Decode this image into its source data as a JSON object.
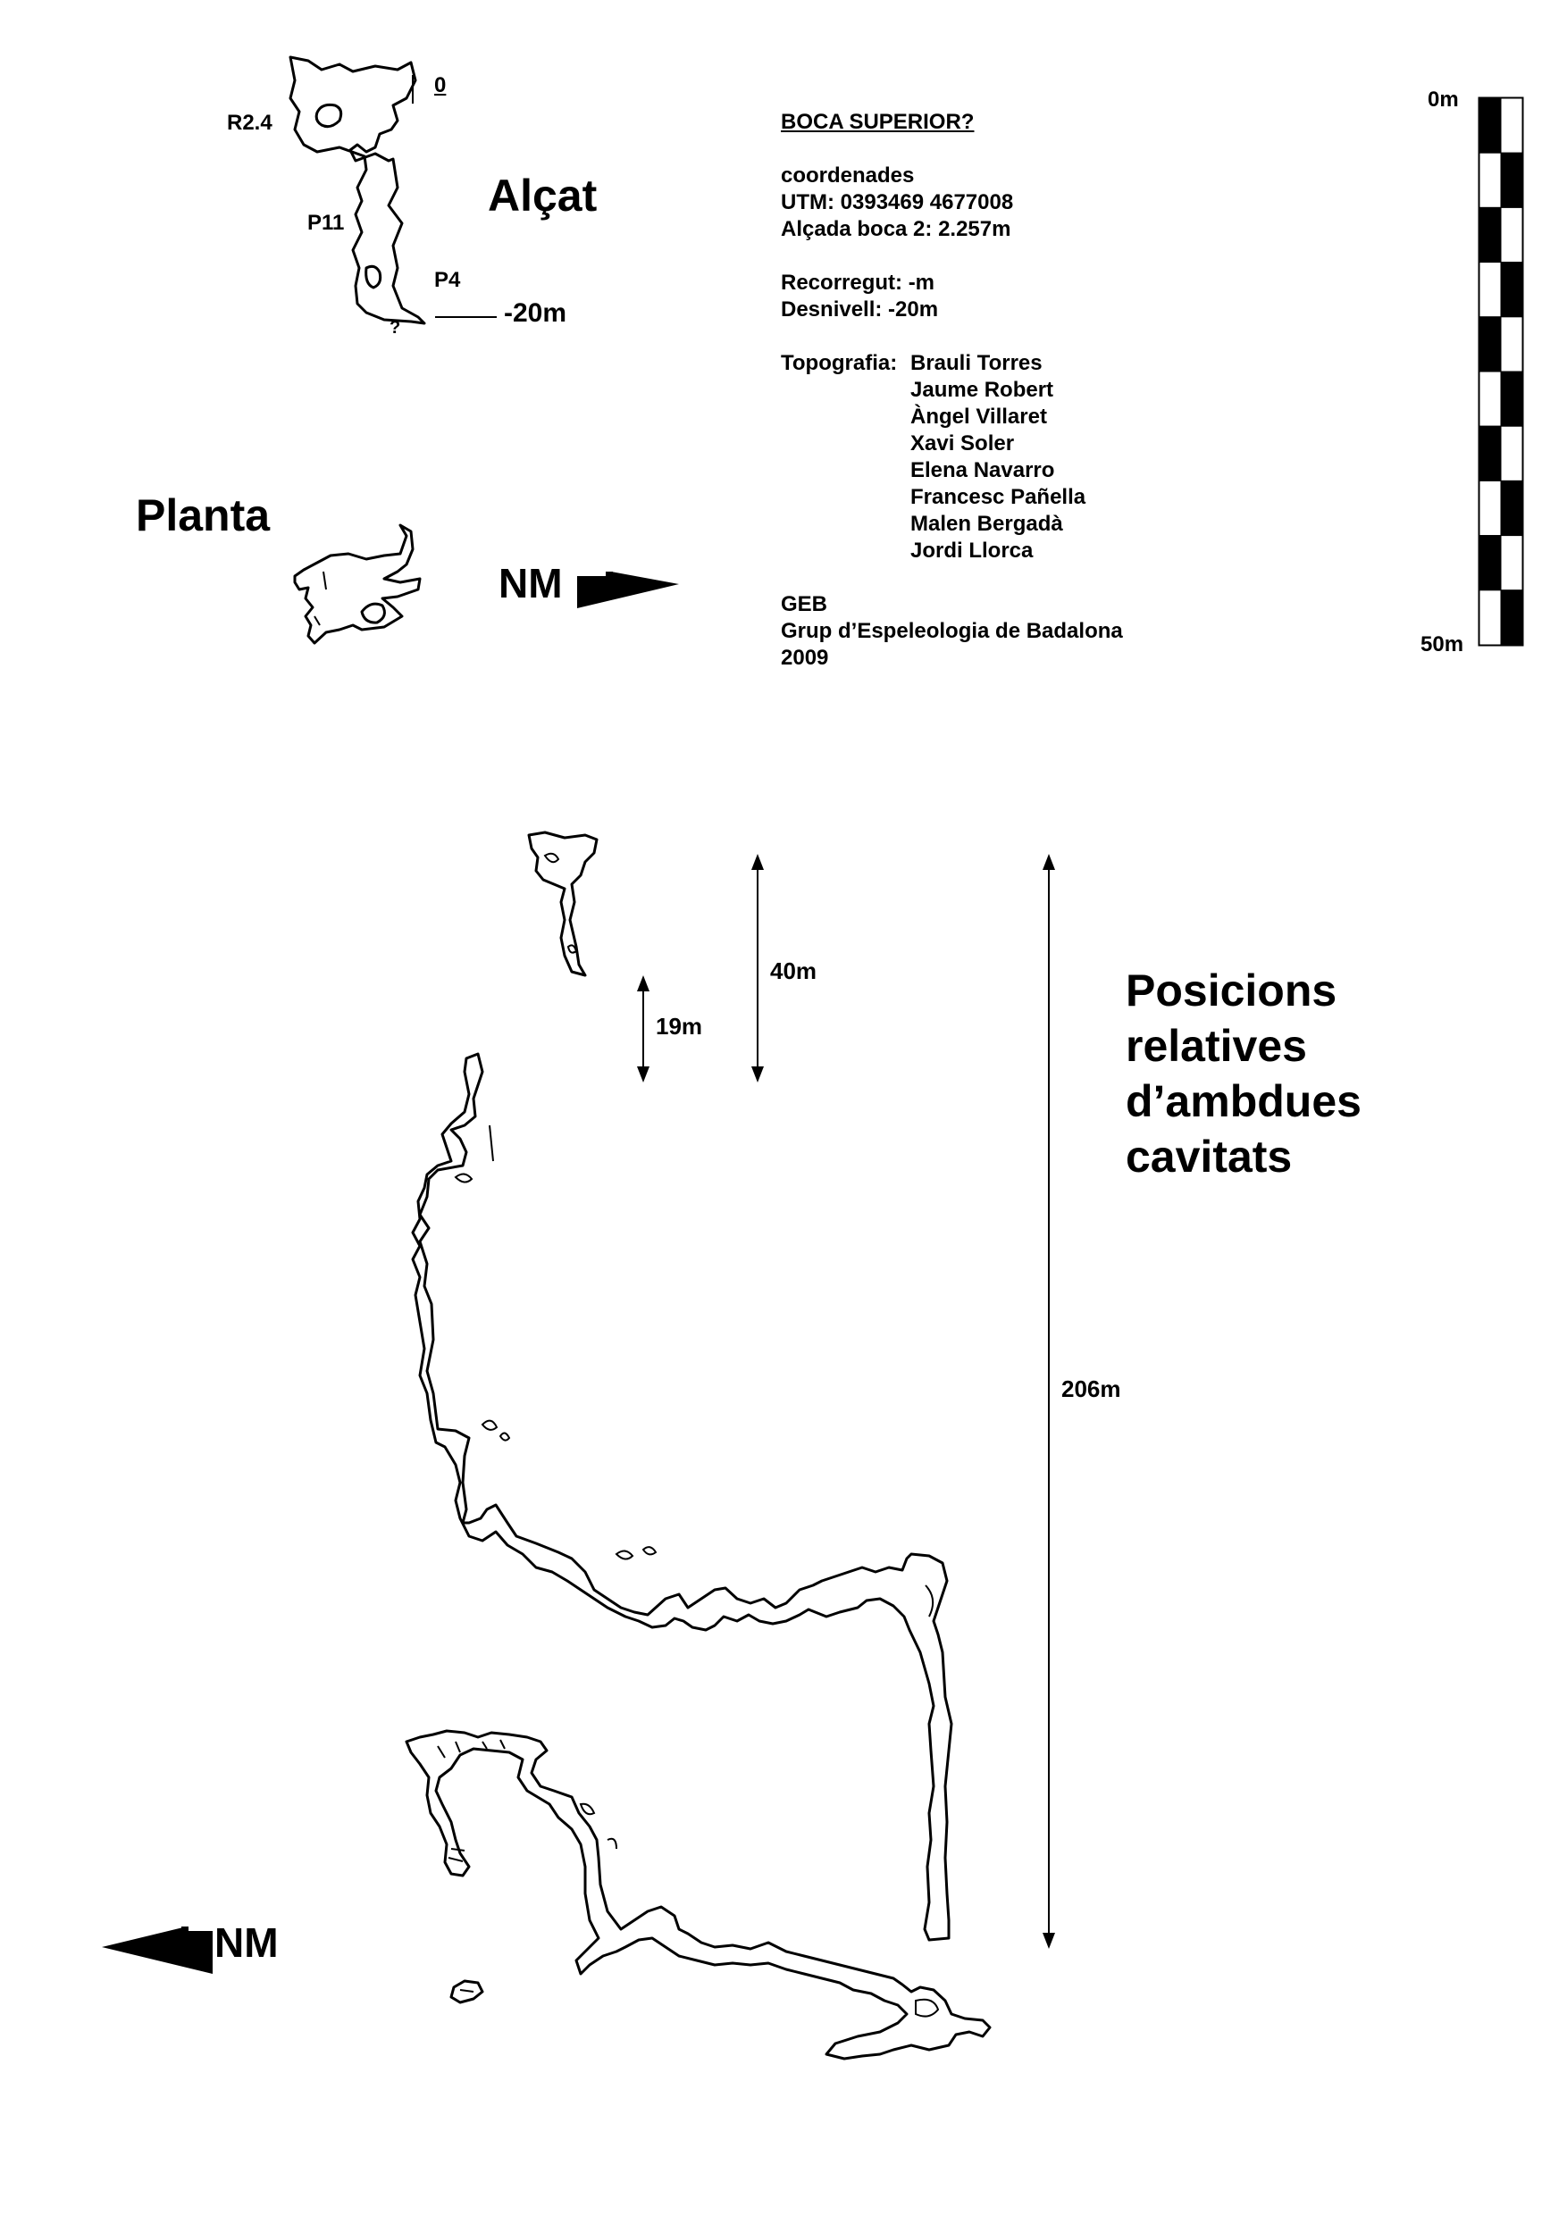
{
  "elevation": {
    "title": "Alçat",
    "labels": {
      "zero": "0",
      "r24": "R2.4",
      "p11": "P11",
      "p4": "P4",
      "q": "?",
      "depth": "-20m"
    }
  },
  "plan": {
    "title": "Planta",
    "north_label": "NM"
  },
  "info": {
    "heading": "BOCA SUPERIOR?",
    "coords_label": "coordenades",
    "utm": "UTM: 0393469  4677008",
    "altitude": "Alçada boca 2: 2.257m",
    "recorregut": "Recorregut: -m",
    "desnivell": "Desnivell: -20m",
    "topo_label": "Topografia:",
    "surveyors": [
      "Brauli Torres",
      "Jaume Robert",
      "Àngel Villaret",
      "Xavi Soler",
      "Elena Navarro",
      "Francesc Pañella",
      "Malen Bergadà",
      "Jordi Llorca"
    ],
    "group_short": "GEB",
    "group_long": "Grup d’Espeleologia de Badalona",
    "year": "2009"
  },
  "scale": {
    "top_label": "0m",
    "bottom_label": "50m",
    "segments": 5
  },
  "positions": {
    "title_lines": [
      "Posicions",
      "relatives",
      "d’ambdues",
      "cavitats"
    ],
    "dim_19": "19m",
    "dim_40": "40m",
    "dim_206": "206m",
    "north_label": "NM"
  }
}
